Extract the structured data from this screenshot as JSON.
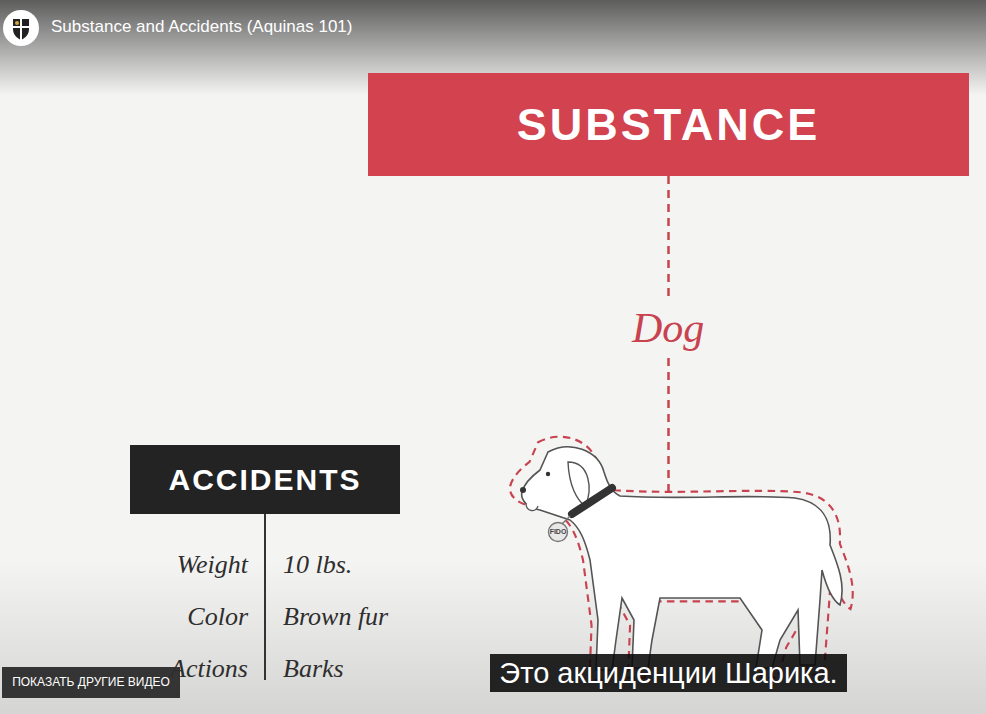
{
  "diagram": {
    "title": "Substance and Accidents (Aquinas 101)",
    "nodes": [
      {
        "text": [
          "SUBSTANCE"
        ]
      },
      {
        "text": [
          "FIDO"
        ]
      },
      {
        "text": [
          "ACCIDENTS"
        ]
      },
      {
        "text": [
          "ПОКАЗАТЬ ДРУГИЕ ВИДЕО"
        ]
      },
      {
        "text": [
          "Это акциденции Шарика."
        ]
      }
    ],
    "edges": [
      {
        "from": 0,
        "to": 1,
        "label": "Dog",
        "arrow": "none"
      }
    ],
    "labels": [
      "Weight",
      "10 lbs.",
      "Color",
      "Brown fur",
      "Actions",
      "Barks"
    ]
  }
}
